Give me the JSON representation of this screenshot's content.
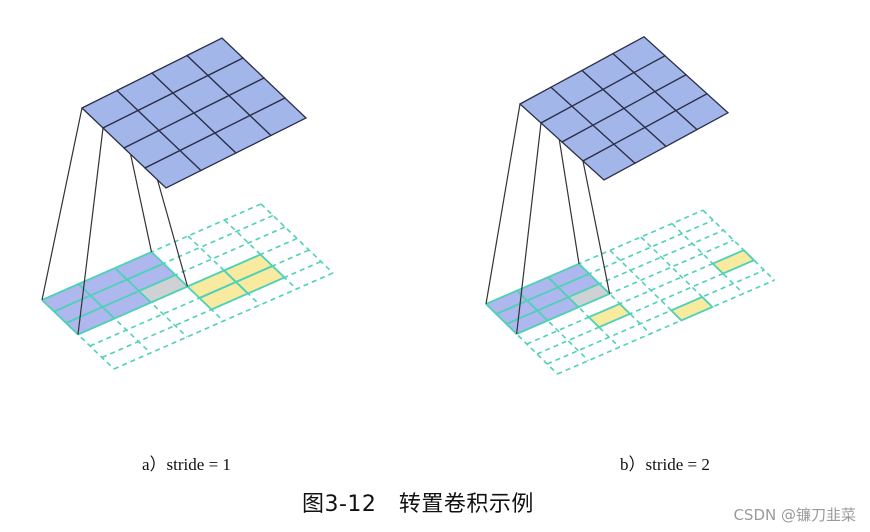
{
  "diagrams": [
    {
      "caption": "a）stride = 1",
      "stride": 1,
      "output_size": 6,
      "kernel_size": 3,
      "input_size": 4,
      "highlighted_cells": [
        [
          3,
          3
        ],
        [
          3,
          4
        ],
        [
          4,
          3
        ],
        [
          4,
          4
        ]
      ]
    },
    {
      "caption": "b）stride = 2",
      "stride": 2,
      "output_size": 7,
      "kernel_size": 3,
      "input_size": 4,
      "highlighted_cells": [
        [
          2,
          4
        ],
        [
          4,
          6
        ],
        [
          6,
          4
        ]
      ]
    }
  ],
  "figure_title": "图3-12　转置卷积示例",
  "watermark": "CSDN @镰刀韭菜",
  "colors": {
    "input_fill": "#a3b6ea",
    "input_stroke": "#2b2f4a",
    "dashed_grid": "#4fd1b8",
    "kernel_fill": "#aeb7ee",
    "yellow_fill": "#f8eba0",
    "gray_fill": "#cfd2d4",
    "projection_line": "#333333"
  }
}
